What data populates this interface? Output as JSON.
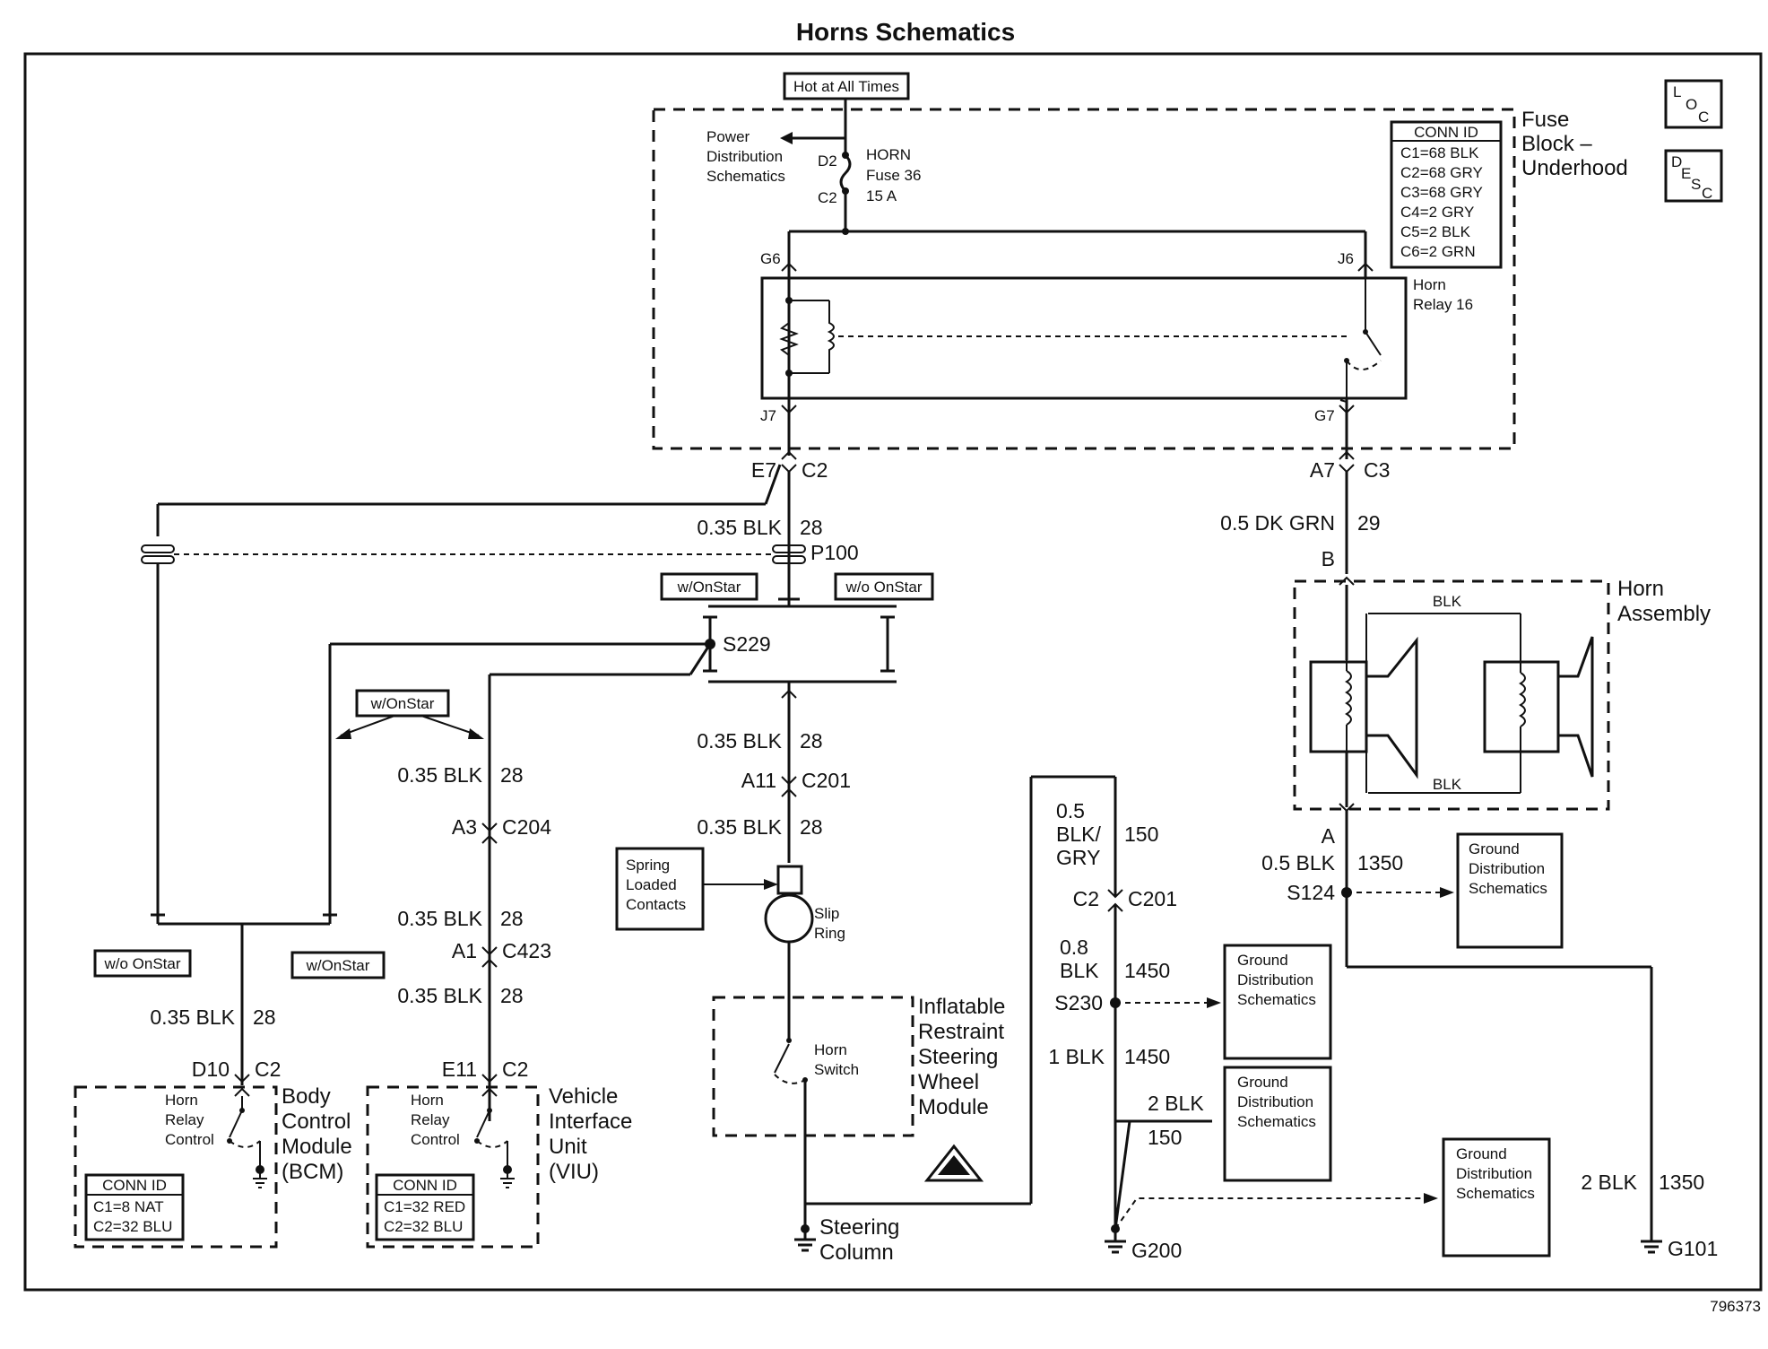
{
  "title": "Horns Schematics",
  "figure_number": "796373",
  "icons": {
    "loc": {
      "l1": "L",
      "l2": "O",
      "l3": "C"
    },
    "desc": {
      "l1": "D",
      "l2": "E",
      "l3": "S",
      "l4": "C"
    }
  },
  "power": {
    "hot_label": "Hot at All Times",
    "pds_1": "Power",
    "pds_2": "Distribution",
    "pds_3": "Schematics",
    "d2": "D2",
    "c2": "C2",
    "fuse_1": "HORN",
    "fuse_2": "Fuse 36",
    "fuse_3": "15 A"
  },
  "fuse_block": {
    "name_1": "Fuse",
    "name_2": "Block –",
    "name_3": "Underhood",
    "conn_title": "CONN ID",
    "conn_rows": [
      "C1=68 BLK",
      "C2=68 GRY",
      "C3=68 GRY",
      "C4=2 GRY",
      "C5=2 BLK",
      "C6=2 GRN"
    ]
  },
  "relay": {
    "g6": "G6",
    "j6": "J6",
    "j7": "J7",
    "g7": "G7",
    "name_1": "Horn",
    "name_2": "Relay 16"
  },
  "wires": {
    "e7": "E7",
    "c2_top": "C2",
    "a7": "A7",
    "c3": "C3",
    "w_035blk_1": "0.35 BLK",
    "w_28_1": "28",
    "p100": "P100",
    "w_dkgrn": "0.5 DK GRN",
    "w_29": "29",
    "b": "B",
    "w_onstar_1": "w/OnStar",
    "wo_onstar_1": "w/o OnStar",
    "s229": "S229",
    "w_onstar_2": "w/OnStar",
    "w_035blk_2": "0.35 BLK",
    "w_28_2": "28",
    "a11": "A11",
    "c201_a": "C201",
    "w_035blk_3": "0.35 BLK",
    "w_28_3": "28",
    "w_035blk_4": "0.35 BLK",
    "w_28_4": "28",
    "a3": "A3",
    "c204": "C204",
    "w_035blk_5": "0.35 BLK",
    "w_28_5": "28",
    "a1": "A1",
    "c423": "C423",
    "w_035blk_6": "0.35 BLK",
    "w_28_6": "28",
    "wo_onstar_2": "w/o OnStar",
    "w_onstar_3": "w/OnStar",
    "w_035blk_7": "0.35 BLK",
    "w_28_7": "28",
    "d10": "D10",
    "c2_bcm": "C2",
    "e11": "E11",
    "c2_viu": "C2"
  },
  "steering": {
    "spring_1": "Spring",
    "spring_2": "Loaded",
    "spring_3": "Contacts",
    "slip_1": "Slip",
    "slip_2": "Ring",
    "horn_sw_1": "Horn",
    "horn_sw_2": "Switch",
    "module_1": "Inflatable",
    "module_2": "Restraint",
    "module_3": "Steering",
    "module_4": "Wheel",
    "module_5": "Module",
    "ground_1": "Steering",
    "ground_2": "Column"
  },
  "bcm": {
    "relay_1": "Horn",
    "relay_2": "Relay",
    "relay_3": "Control",
    "name_1": "Body",
    "name_2": "Control",
    "name_3": "Module",
    "name_4": "(BCM)",
    "conn_title": "CONN ID",
    "conn_rows": [
      "C1=8 NAT",
      "C2=32 BLU"
    ]
  },
  "viu": {
    "relay_1": "Horn",
    "relay_2": "Relay",
    "relay_3": "Control",
    "name_1": "Vehicle",
    "name_2": "Interface",
    "name_3": "Unit",
    "name_4": "(VIU)",
    "conn_title": "CONN ID",
    "conn_rows": [
      "C1=32 RED",
      "C2=32 BLU"
    ]
  },
  "ground_circuit": {
    "w05_1": "0.5",
    "w05_2": "BLK/",
    "w05_3": "GRY",
    "w150": "150",
    "c2": "C2",
    "c201": "C201",
    "w08_1": "0.8",
    "w08_2": "BLK",
    "w1450_a": "1450",
    "s230": "S230",
    "w1blk": "1 BLK",
    "w1450_b": "1450",
    "w2blk": "2 BLK",
    "w150_b": "150",
    "g200": "G200"
  },
  "horn_assembly": {
    "name_1": "Horn",
    "name_2": "Assembly",
    "blk_top": "BLK",
    "blk_bot": "BLK",
    "a": "A",
    "w05blk": "0.5 BLK",
    "w1350": "1350",
    "s124": "S124",
    "w2blk": "2 BLK",
    "w1350_b": "1350",
    "g101": "G101"
  },
  "ground_dist": {
    "l1": "Ground",
    "l2": "Distribution",
    "l3": "Schematics"
  }
}
